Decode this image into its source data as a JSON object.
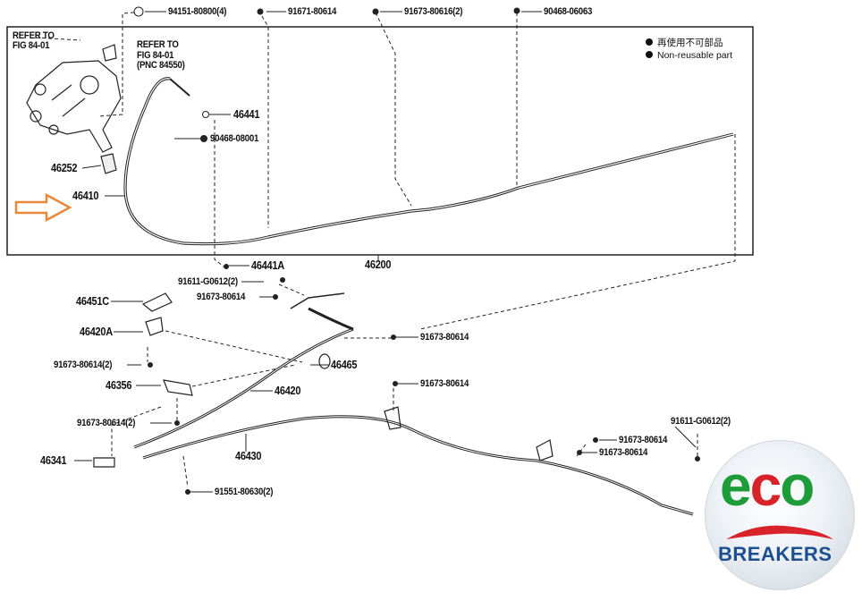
{
  "legend": {
    "jp": "再使用不可部品",
    "en": "Non-reusable part"
  },
  "refs": {
    "refer_left": [
      "REFER TO",
      "FIG 84-01"
    ],
    "refer_right": [
      "REFER TO",
      "FIG 84-01",
      "(PNC 84550)"
    ]
  },
  "labels": {
    "p94151": "94151-80800(4)",
    "p91671_top": "91671-80614",
    "p91673_80616": "91673-80616(2)",
    "p90468_06063": "90468-06063",
    "p46441": "46441",
    "p90468_08001": "90468-08001",
    "p46252": "46252",
    "p46410": "46410",
    "p46441A": "46441A",
    "p46200": "46200",
    "p91611_a": "91611-G0612(2)",
    "p91673_a": "91673-80614",
    "p46451C": "46451C",
    "p46420A": "46420A",
    "p91673_b": "91673-80614",
    "p91673_c": "91673-80614(2)",
    "p46465": "46465",
    "p46356": "46356",
    "p46420": "46420",
    "p91673_d": "91673-80614",
    "p91673_e": "91673-80614(2)",
    "p91611_b": "91611-G0612(2)",
    "p91673_f": "91673-80614",
    "p46430": "46430",
    "p91673_g": "91673-80614",
    "p46341": "46341",
    "p91551": "91551-80630(2)"
  },
  "logo": {
    "e": "e",
    "c": "c",
    "o": "o",
    "name": "BREAKERS"
  },
  "colors": {
    "arrow": "#e8883a",
    "line": "#222222",
    "logo_green": "#1e9c3a",
    "logo_red": "#d8232a",
    "logo_blue": "#1b4f8f"
  }
}
